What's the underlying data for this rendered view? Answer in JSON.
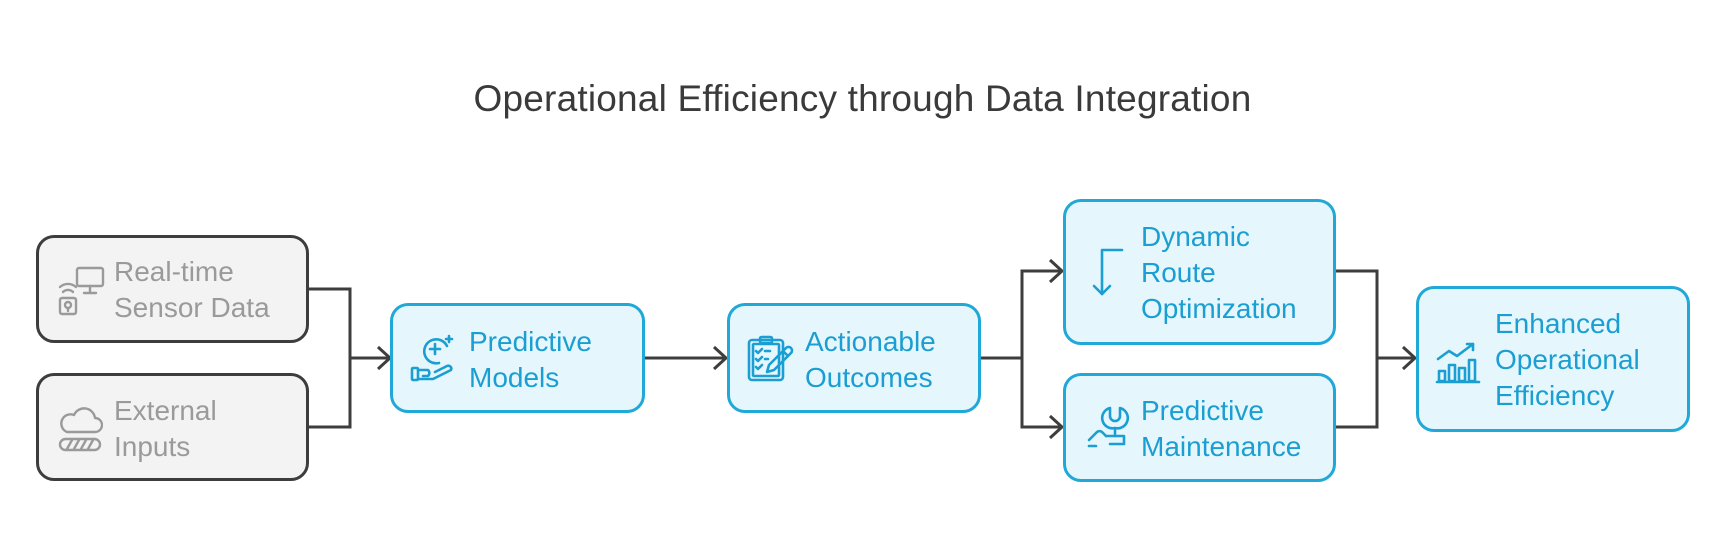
{
  "title": "Operational Efficiency through Data Integration",
  "colors": {
    "input_border": "#3d3d3d",
    "input_fill": "#f3f3f3",
    "input_text": "#9a9a9a",
    "step_border": "#1fa8d8",
    "step_fill": "#e5f7fc",
    "step_text": "#1b9ed2",
    "connector": "#3d3d3d"
  },
  "nodes": {
    "sensor": {
      "label": "Real-time\nSensor Data",
      "icon": "sensor-monitor-icon"
    },
    "external": {
      "label": "External\nInputs",
      "icon": "cloud-icon"
    },
    "models": {
      "label": "Predictive\nModels",
      "icon": "hand-brain-icon"
    },
    "outcomes": {
      "label": "Actionable\nOutcomes",
      "icon": "checklist-pen-icon"
    },
    "route": {
      "label": "Dynamic\nRoute\nOptimization",
      "icon": "route-arrow-icon"
    },
    "maintenance": {
      "label": "Predictive\nMaintenance",
      "icon": "wrench-hand-icon"
    },
    "efficiency": {
      "label": "Enhanced\nOperational\nEfficiency",
      "icon": "growth-chart-icon"
    }
  }
}
